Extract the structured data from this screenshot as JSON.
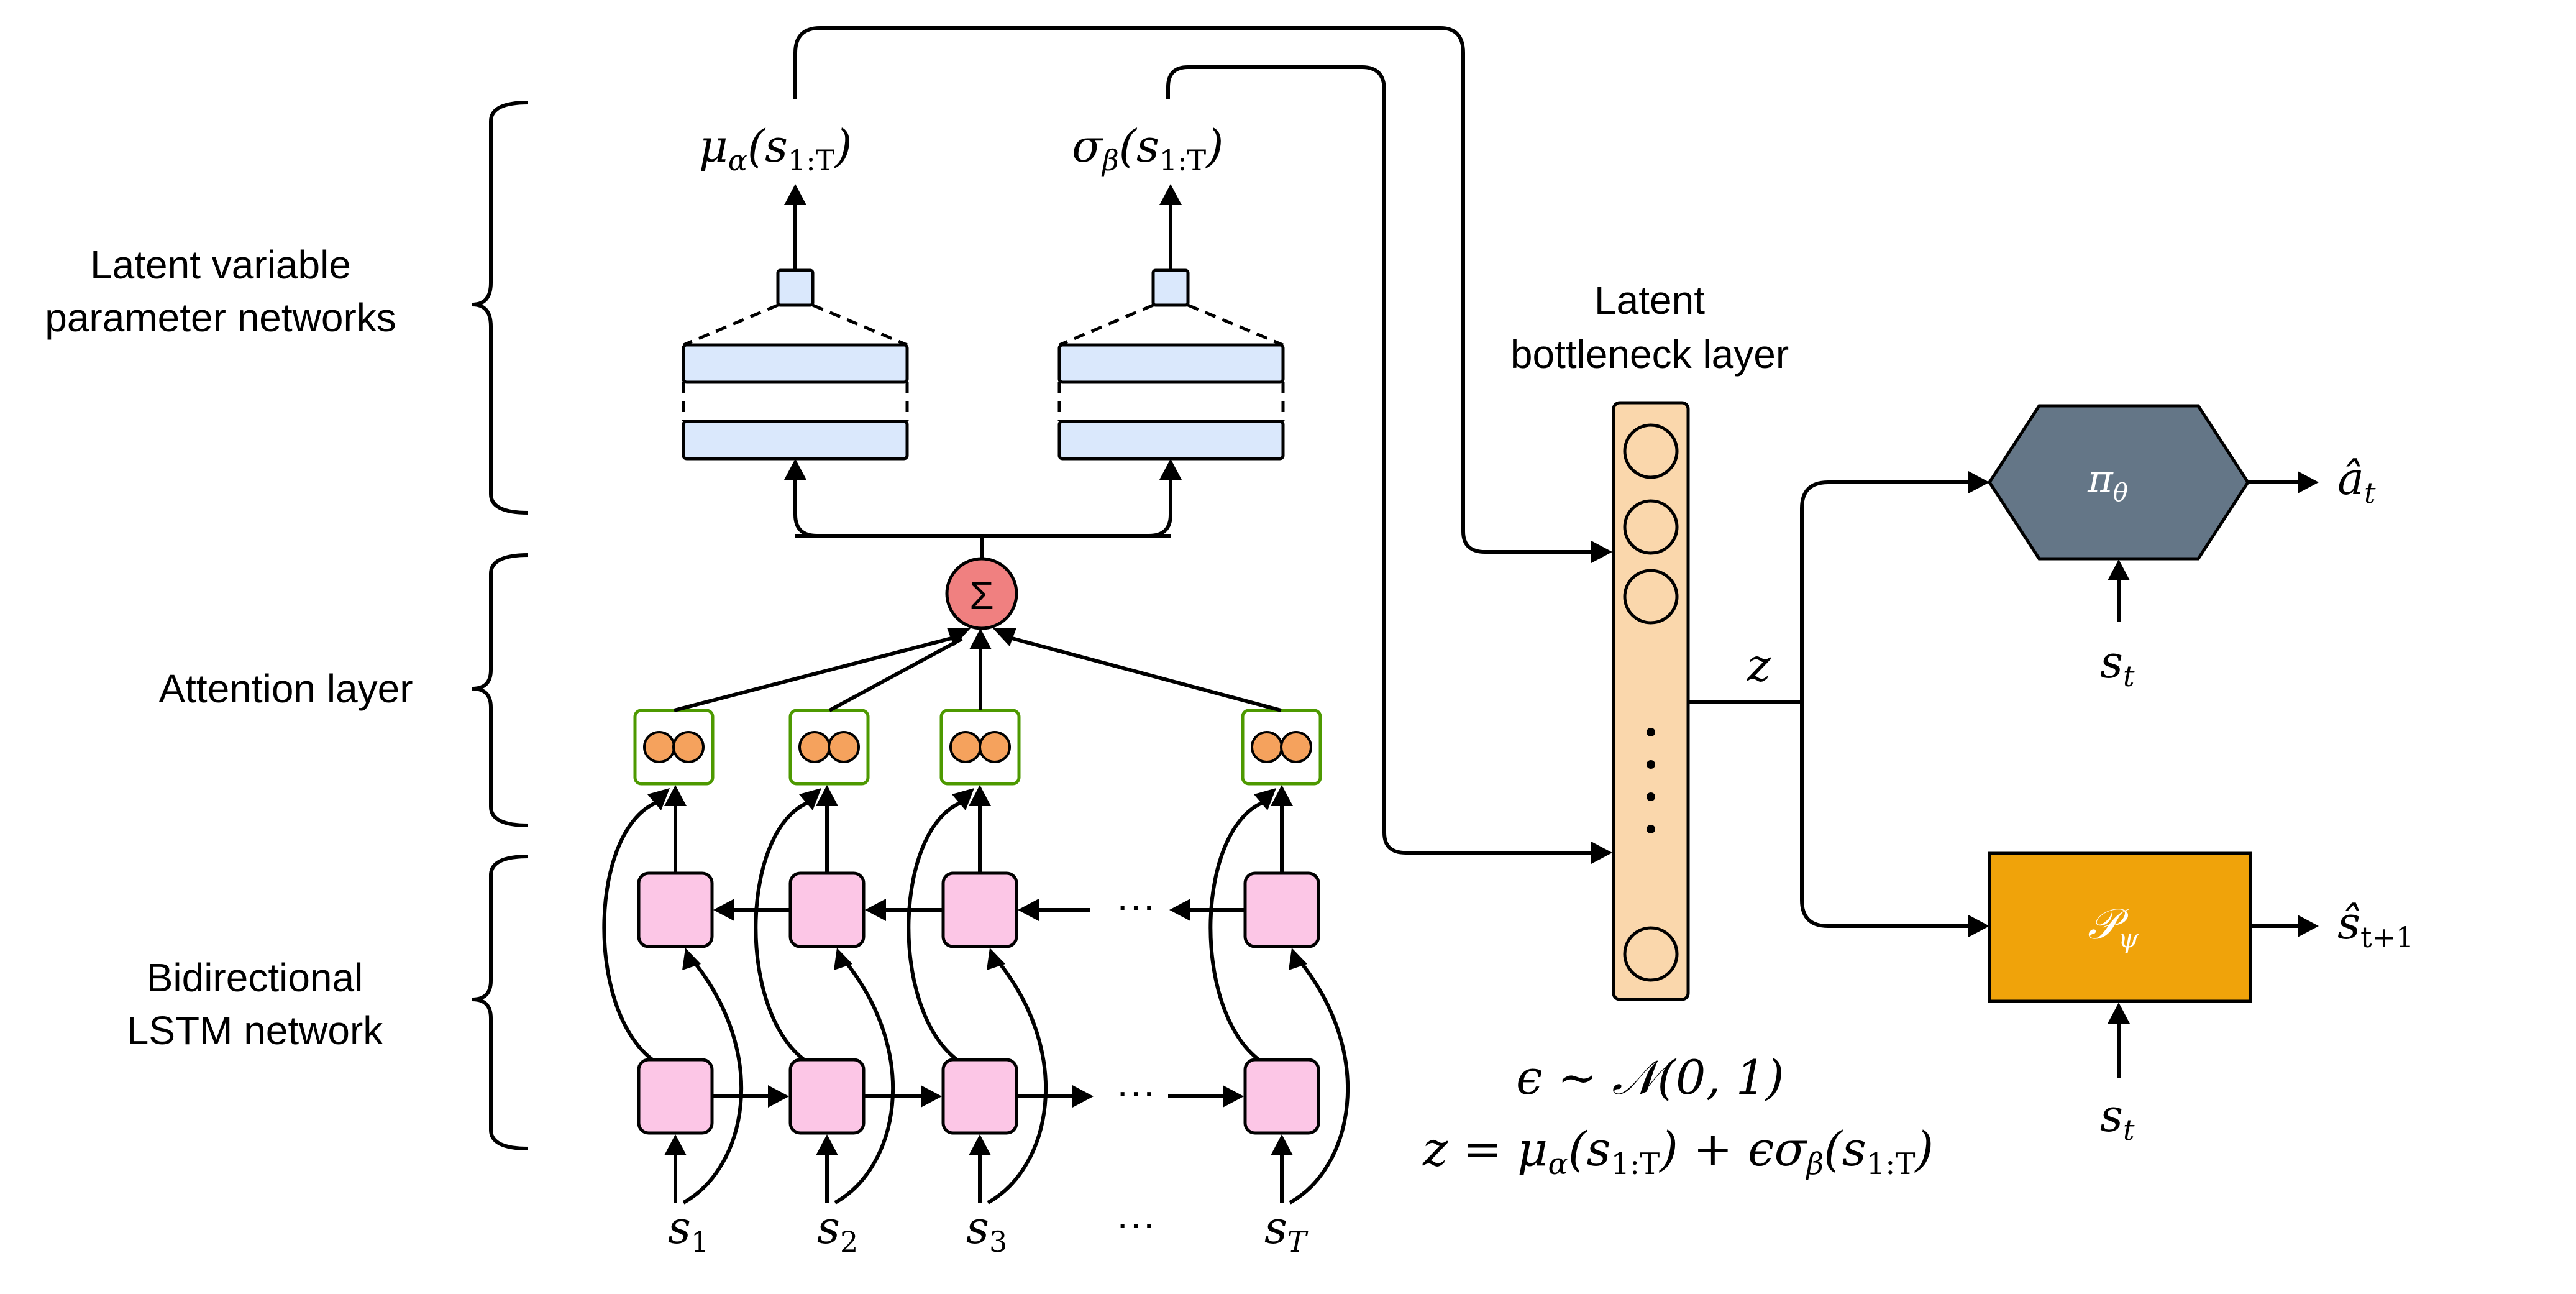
{
  "labels": {
    "latent_params": [
      "Latent variable",
      "parameter networks"
    ],
    "attention": "Attention layer",
    "lstm": [
      "Bidirectional",
      "LSTM network"
    ],
    "bottleneck": [
      "Latent",
      "bottleneck layer"
    ]
  },
  "math": {
    "mu": "μ",
    "mu_sub": "α",
    "sigma": "σ",
    "sigma_sub": "β",
    "arg": "(s",
    "arg_sub": "1:T",
    "arg_close": ")",
    "sigma_symbol": "Σ",
    "z": "z",
    "pi": "π",
    "pi_sub": "θ",
    "P": "𝒫",
    "P_sub": "ψ",
    "a_hat": "â",
    "a_sub": "t",
    "s_hat": "ŝ",
    "s_next_sub": "t+1",
    "s": "s",
    "s_t_sub": "t",
    "ellipsis": "···",
    "eq1": "ϵ ∼ 𝒩(0, 1)",
    "eq2_prefix": "z = μ",
    "eq2_a": "α",
    "eq2_mid1": "(s",
    "eq2_sub1": "1:T",
    "eq2_mid2": ") + ϵσ",
    "eq2_b": "β",
    "eq2_mid3": "(s",
    "eq2_sub2": "1:T",
    "eq2_end": ")"
  },
  "inputs": [
    {
      "base": "s",
      "sub": "1"
    },
    {
      "base": "s",
      "sub": "2"
    },
    {
      "base": "s",
      "sub": "3"
    },
    {
      "base": "s",
      "sub": "T"
    }
  ],
  "colors": {
    "param_net": "#dae8fc",
    "attention_box_stroke": "#4d9900",
    "attention_dot": "#f5a25d",
    "sum_node": "#f08080",
    "lstm_cell": "#fcc6e6",
    "bottleneck": "#fad7ac",
    "policy": "#647687",
    "predictor": "#f0a30a"
  }
}
